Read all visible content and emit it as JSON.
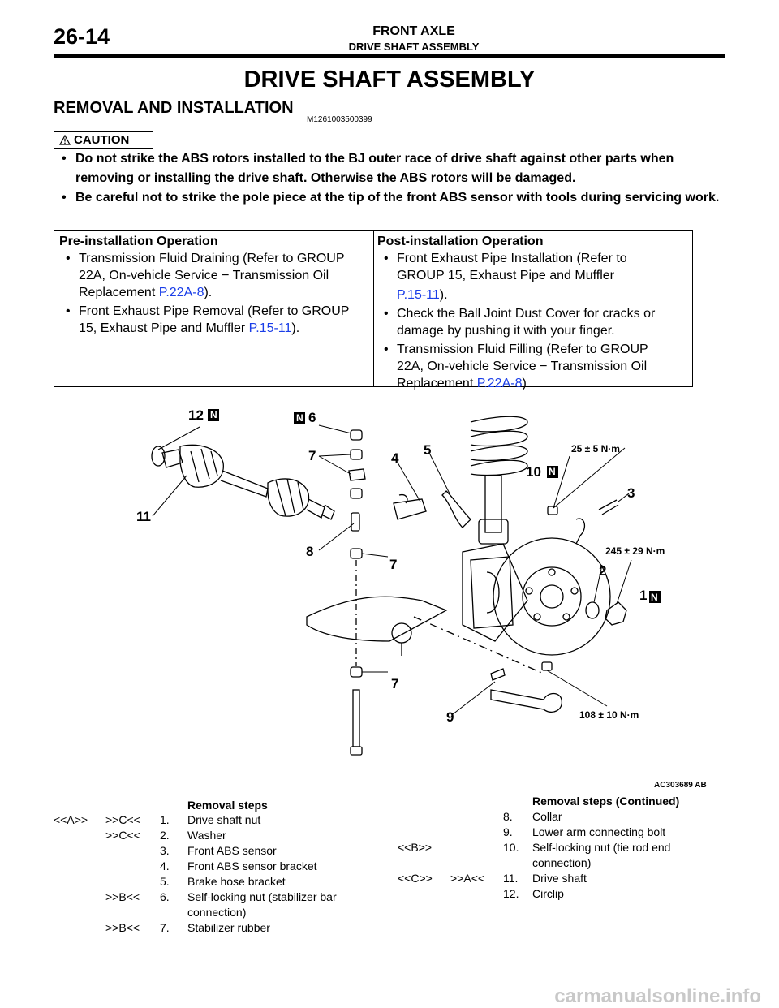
{
  "header": {
    "page_number": "26-14",
    "chapter": "FRONT AXLE",
    "section": "DRIVE SHAFT ASSEMBLY"
  },
  "title": "DRIVE SHAFT ASSEMBLY",
  "subsection": {
    "title": "REMOVAL AND INSTALLATION",
    "code": "M1261003500399"
  },
  "caution": {
    "label": "CAUTION",
    "items": [
      "Do not strike the ABS rotors installed to the BJ outer race of drive shaft against other parts when removing or installing the drive shaft. Otherwise the ABS rotors will be damaged.",
      "Be careful not to strike the pole piece at the tip of the front ABS sensor with tools during servicing work."
    ]
  },
  "operations": {
    "pre": {
      "heading": "Pre-installation Operation",
      "items": [
        {
          "lines": [
            "Transmission Fluid Draining (Refer to GROUP",
            "22A, On-vehicle Service − Transmission Oil",
            "Replacement "
          ],
          "link": "P.22A-8",
          "tail": ")."
        },
        {
          "lines": [
            "Front Exhaust Pipe Removal (Refer to GROUP",
            "15, Exhaust Pipe and Muffler "
          ],
          "link": "P.15-11",
          "tail": ")."
        }
      ]
    },
    "post": {
      "heading": "Post-installation Operation",
      "items": [
        {
          "lines": [
            "Front Exhaust Pipe Installation (Refer to",
            "GROUP 15, Exhaust Pipe and Muffler",
            ""
          ],
          "link": "P.15-11",
          "tail": ")."
        },
        {
          "lines": [
            "Check the Ball Joint Dust Cover for cracks or",
            "damage by pushing it with your finger."
          ],
          "link": "",
          "tail": ""
        },
        {
          "lines": [
            "Transmission Fluid Filling (Refer to GROUP",
            "22A, On-vehicle Service − Transmission Oil",
            "Replacement "
          ],
          "link": "P.22A-8",
          "tail": ")."
        }
      ]
    }
  },
  "figure": {
    "code": "AC303689 AB",
    "labels": {
      "n1": "1",
      "n2": "2",
      "n3": "3",
      "n4": "4",
      "n5": "5",
      "n6": "6",
      "n7": "7",
      "n8": "8",
      "n9": "9",
      "n10": "10",
      "n11": "11",
      "n12": "12",
      "new_mark": "N",
      "torque_a": "25 ± 5 N·m",
      "torque_b": "245 ± 29 N·m",
      "torque_c": "108 ± 10 N·m"
    }
  },
  "steps_left": {
    "heading": "Removal steps",
    "rows": [
      {
        "a": "<<A>>",
        "b": ">>C<<",
        "num": "1.",
        "text": "Drive shaft nut"
      },
      {
        "a": "",
        "b": ">>C<<",
        "num": "2.",
        "text": "Washer"
      },
      {
        "a": "",
        "b": "",
        "num": "3.",
        "text": "Front ABS sensor"
      },
      {
        "a": "",
        "b": "",
        "num": "4.",
        "text": "Front ABS sensor bracket"
      },
      {
        "a": "",
        "b": "",
        "num": "5.",
        "text": "Brake hose bracket"
      },
      {
        "a": "",
        "b": ">>B<<",
        "num": "6.",
        "text": "Self-locking nut (stabilizer bar"
      },
      {
        "a": "",
        "b": "",
        "num": "",
        "text": "connection)"
      },
      {
        "a": "",
        "b": ">>B<<",
        "num": "7.",
        "text": "Stabilizer rubber"
      }
    ]
  },
  "steps_right": {
    "heading": "Removal steps (Continued)",
    "rows": [
      {
        "a": "",
        "b": "",
        "num": "8.",
        "text": "Collar"
      },
      {
        "a": "",
        "b": "",
        "num": "9.",
        "text": "Lower arm connecting bolt"
      },
      {
        "a": "<<B>>",
        "b": "",
        "num": "10.",
        "text": "Self-locking nut (tie rod end"
      },
      {
        "a": "",
        "b": "",
        "num": "",
        "text": "connection)"
      },
      {
        "a": "<<C>>",
        "b": ">>A<<",
        "num": "11.",
        "text": "Drive shaft"
      },
      {
        "a": "",
        "b": "",
        "num": "12.",
        "text": "Circlip"
      }
    ]
  },
  "watermark": "carmanualsonline.info"
}
